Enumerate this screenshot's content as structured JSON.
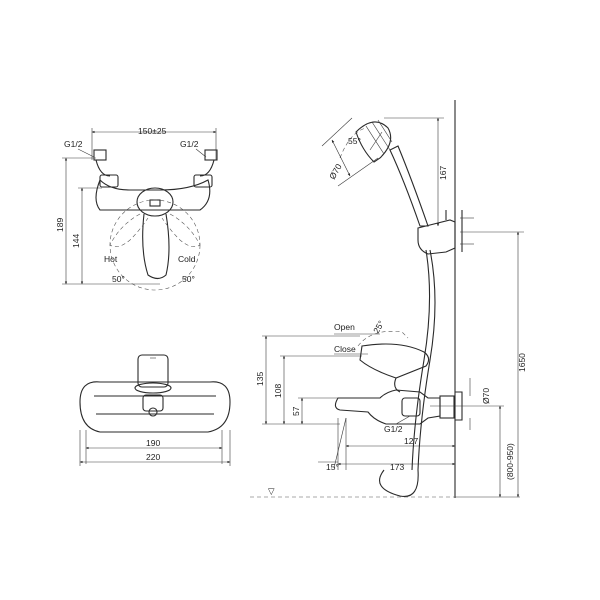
{
  "top_view": {
    "dim_width": "150±25",
    "thread_left": "G1/2",
    "thread_right": "G1/2",
    "height_outer": "189",
    "height_inner": "144",
    "label_hot": "Hot",
    "label_cold": "Cold",
    "angle_left": "50°",
    "angle_right": "50°"
  },
  "front_view": {
    "dim_inner": "190",
    "dim_outer": "220"
  },
  "side_view": {
    "label_open": "Open",
    "label_close": "Close",
    "angle_lever": "25°",
    "dim_135": "135",
    "dim_108": "108",
    "dim_57": "57",
    "thread": "G1/2",
    "dim_127": "127",
    "dim_173": "173",
    "angle_spout": "15°",
    "dia_70": "Ø70",
    "range_height": "(800-950)",
    "total_height": "1650"
  },
  "shower": {
    "angle_55": "55°",
    "dia_70": "Ø70",
    "dim_167": "167"
  }
}
